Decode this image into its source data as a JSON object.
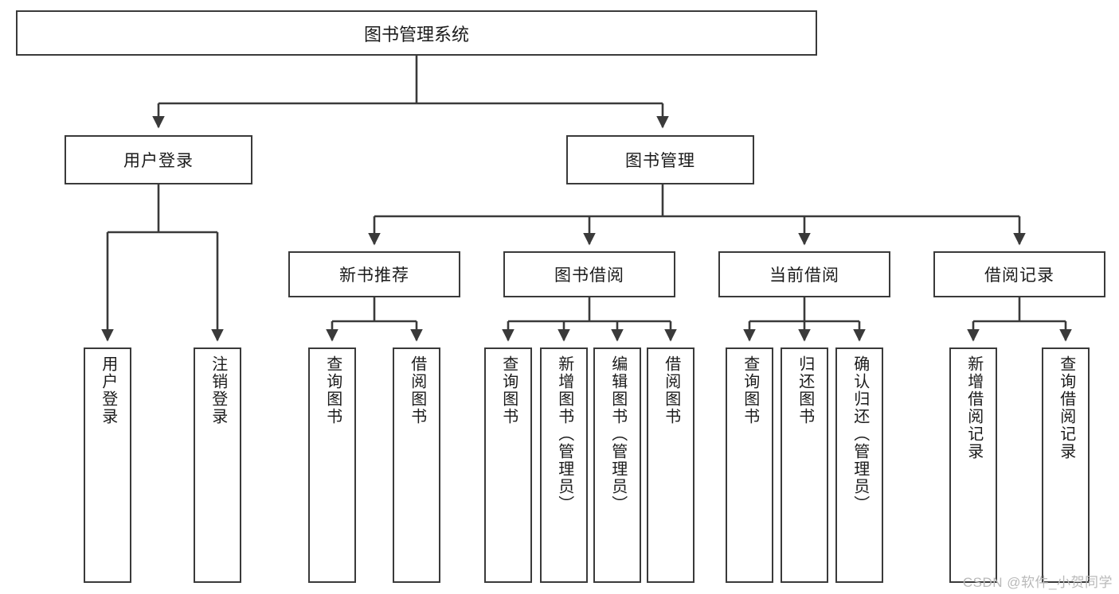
{
  "diagram": {
    "type": "tree",
    "title": "图书管理系统",
    "colors": {
      "box_border": "#3a3a3a",
      "box_fill": "#ffffff",
      "connector": "#3a3a3a",
      "text": "#1b1b1b",
      "watermark": "#b9b9b9"
    },
    "root": {
      "label": "图书管理系统"
    },
    "level2": [
      {
        "id": "user-login",
        "label": "用户登录"
      },
      {
        "id": "book-manage",
        "label": "图书管理"
      }
    ],
    "level3": [
      {
        "id": "new-book-recommend",
        "label": "新书推荐"
      },
      {
        "id": "book-borrow",
        "label": "图书借阅"
      },
      {
        "id": "current-borrow",
        "label": "当前借阅"
      },
      {
        "id": "borrow-record",
        "label": "借阅记录"
      }
    ],
    "leaves": {
      "user_login": [
        {
          "id": "leaf-user-login",
          "label": "用户登录"
        },
        {
          "id": "leaf-logout-login",
          "label": "注销登录"
        }
      ],
      "new_book_recommend": [
        {
          "id": "leaf-query-book-1",
          "label": "查询图书"
        },
        {
          "id": "leaf-borrow-book-1",
          "label": "借阅图书"
        }
      ],
      "book_borrow": [
        {
          "id": "leaf-query-book-2",
          "label": "查询图书"
        },
        {
          "id": "leaf-add-book",
          "label": "新增图书（管理员）"
        },
        {
          "id": "leaf-edit-book",
          "label": "编辑图书（管理员）"
        },
        {
          "id": "leaf-borrow-book-2",
          "label": "借阅图书"
        }
      ],
      "current_borrow": [
        {
          "id": "leaf-query-book-3",
          "label": "查询图书"
        },
        {
          "id": "leaf-return-book",
          "label": "归还图书"
        },
        {
          "id": "leaf-confirm-return",
          "label": "确认归还（管理员）"
        }
      ],
      "borrow_record": [
        {
          "id": "leaf-add-record",
          "label": "新增借阅记录"
        },
        {
          "id": "leaf-query-record",
          "label": "查询借阅记录"
        }
      ]
    }
  },
  "watermark": {
    "text": "CSDN @软件_小贺同学"
  }
}
